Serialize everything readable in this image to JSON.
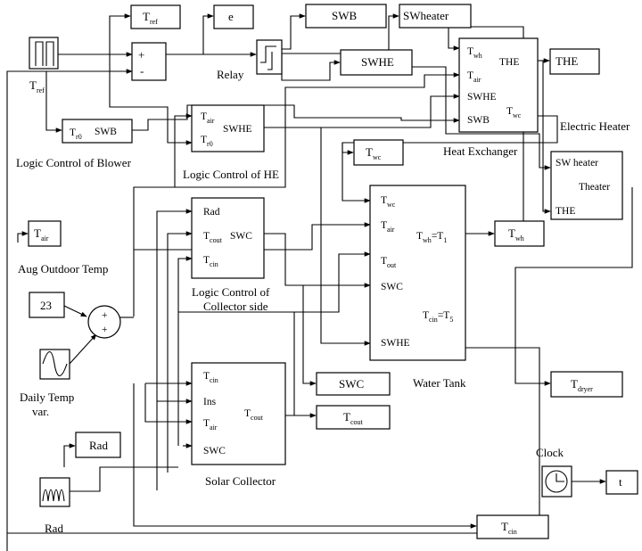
{
  "blocks": {
    "tref_out": {
      "main": "T",
      "sub": "ref"
    },
    "e_out": {
      "label": "e"
    },
    "swb_out": {
      "label": "SWB"
    },
    "swheater_out": {
      "label": "SWheater"
    },
    "swhe_out": {
      "label": "SWHE"
    },
    "the_out": {
      "label": "THE"
    },
    "sum1": {
      "plus": "+",
      "minus": "-"
    },
    "relay": {
      "caption": "Relay"
    },
    "blower": {
      "in_main": "T",
      "in_sub": "r0",
      "out": "SWB",
      "caption": "Logic Control of Blower"
    },
    "he_logic": {
      "in1_main": "T",
      "in1_sub": "air",
      "in2_main": "T",
      "in2_sub": "r0",
      "out": "SWHE",
      "caption": "Logic Control of HE"
    },
    "heat_exchanger": {
      "p1_main": "T",
      "p1_sub": "wh",
      "p2_main": "T",
      "p2_sub": "air",
      "p3": "SWHE",
      "p4": "SWB",
      "out1": "THE",
      "out2_main": "T",
      "out2_sub": "wc",
      "caption": "Heat Exchanger"
    },
    "twc_out": {
      "main": "T",
      "sub": "wc"
    },
    "electric_heater": {
      "p1": "SW heater",
      "p2": "THE",
      "out": "Theater",
      "caption": "Electric Heater"
    },
    "tair_out": {
      "main": "T",
      "sub": "air",
      "caption": "Aug Outdoor Temp"
    },
    "constant": {
      "value": "23"
    },
    "sum2": {
      "plus1": "+",
      "plus2": "+"
    },
    "daily_temp": {
      "caption1": "Daily Temp",
      "caption2": "var."
    },
    "rad_out": {
      "label": "Rad"
    },
    "rad_source": {
      "caption": "Rad"
    },
    "collector_logic": {
      "p1": "Rad",
      "p2_main": "T",
      "p2_sub": "cout",
      "p3_main": "T",
      "p3_sub": "cin",
      "out": "SWC",
      "caption1": "Logic Control of",
      "caption2": "Collector side"
    },
    "water_tank": {
      "p1_main": "T",
      "p1_sub": "wc",
      "p2_main": "T",
      "p2_sub": "air",
      "p3_main": "T",
      "p3_sub": "out",
      "p4": "SWC",
      "p5": "SWHE",
      "eq1_main": "T",
      "eq1_sub": "wh",
      "eq1_eq": "=T",
      "eq1_idx": "1",
      "eq2_main": "T",
      "eq2_sub": "cin",
      "eq2_eq": "=T",
      "eq2_idx": "5",
      "caption": "Water Tank"
    },
    "twh_out": {
      "main": "T",
      "sub": "wh"
    },
    "swc_out": {
      "label": "SWC"
    },
    "solar_collector": {
      "p1_main": "T",
      "p1_sub": "cin",
      "p2": "Ins",
      "p3_main": "T",
      "p3_sub": "air",
      "p4": "SWC",
      "out_main": "T",
      "out_sub": "cout",
      "caption": "Solar Collector"
    },
    "tcout_out": {
      "main": "T",
      "sub": "cout"
    },
    "tdryer_out": {
      "main": "T",
      "sub": "dryer"
    },
    "clock": {
      "caption": "Clock"
    },
    "t_out": {
      "label": "t"
    },
    "tcin_out": {
      "main": "T",
      "sub": "cin"
    },
    "tref_left": {
      "main": "T",
      "sub": "ref"
    }
  }
}
